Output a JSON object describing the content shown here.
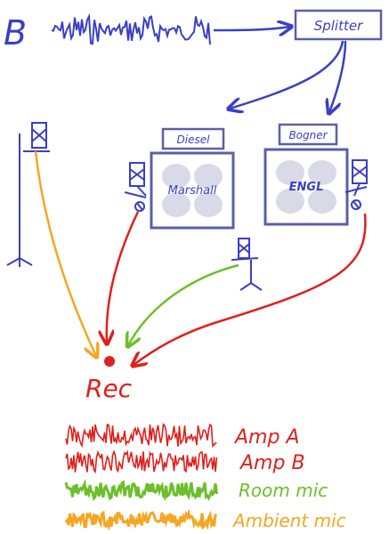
{
  "colors": {
    "ink": "#3a3fc4",
    "cab": "#5a5fa8",
    "cab_fill": "#d8dae8",
    "rec": "#e0201c",
    "red": "#e0201c",
    "green": "#6cbf2a",
    "orange": "#f5a623"
  },
  "source": {
    "label": "B"
  },
  "splitter": {
    "label": "Splitter"
  },
  "amp_a": {
    "head_label": "Diesel",
    "cab_label": "Marshall"
  },
  "amp_b": {
    "head_label": "Bogner",
    "cab_label": "ENGL"
  },
  "rec": {
    "label": "Rec"
  },
  "legend": [
    {
      "label": "Amp A",
      "color": "#e0201c"
    },
    {
      "label": "Amp B",
      "color": "#e0201c"
    },
    {
      "label": "Room mic",
      "color": "#6cbf2a"
    },
    {
      "label": "Ambient mic",
      "color": "#f5a623"
    }
  ]
}
